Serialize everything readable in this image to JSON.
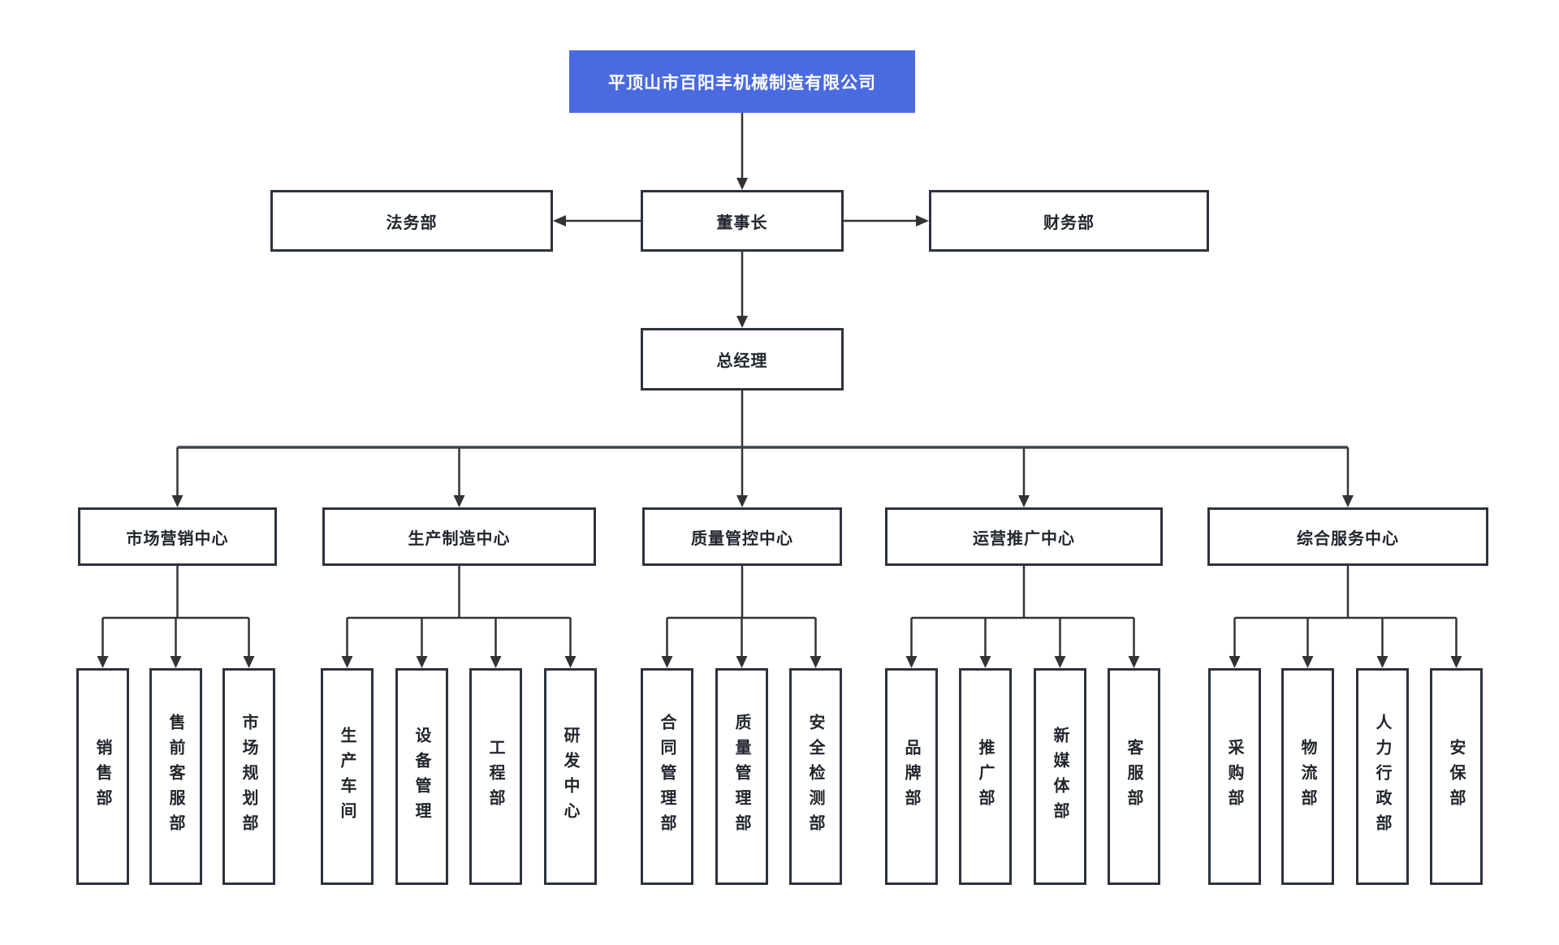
{
  "company": {
    "name": "平顶山市百阳丰机械制造有限公司"
  },
  "leadership": {
    "chairman": "董事长",
    "legal_dept": "法务部",
    "finance_dept": "财务部",
    "general_manager": "总经理"
  },
  "centers": [
    {
      "label": "市场营销中心",
      "departments": [
        {
          "label": "销售部"
        },
        {
          "label": "售前客服部"
        },
        {
          "label": "市场规划部"
        }
      ]
    },
    {
      "label": "生产制造中心",
      "departments": [
        {
          "label": "生产车间"
        },
        {
          "label": "设备管理"
        },
        {
          "label": "工程部"
        },
        {
          "label": "研发中心"
        }
      ]
    },
    {
      "label": "质量管控中心",
      "departments": [
        {
          "label": "合同管理部"
        },
        {
          "label": "质量管理部"
        },
        {
          "label": "安全检测部"
        }
      ]
    },
    {
      "label": "运营推广中心",
      "departments": [
        {
          "label": "品牌部"
        },
        {
          "label": "推广部"
        },
        {
          "label": "新媒体部"
        },
        {
          "label": "客服部"
        }
      ]
    },
    {
      "label": "综合服务中心",
      "departments": [
        {
          "label": "采购部"
        },
        {
          "label": "物流部"
        },
        {
          "label": "人力行政部"
        },
        {
          "label": "安保部"
        }
      ]
    }
  ],
  "colors": {
    "root_background": "#4a6ae0",
    "root_text": "#ffffff",
    "node_background": "#ffffff",
    "node_border": "#2d333c",
    "node_text": "#21262e",
    "connector": "#333333",
    "page_background": "#ffffff"
  }
}
